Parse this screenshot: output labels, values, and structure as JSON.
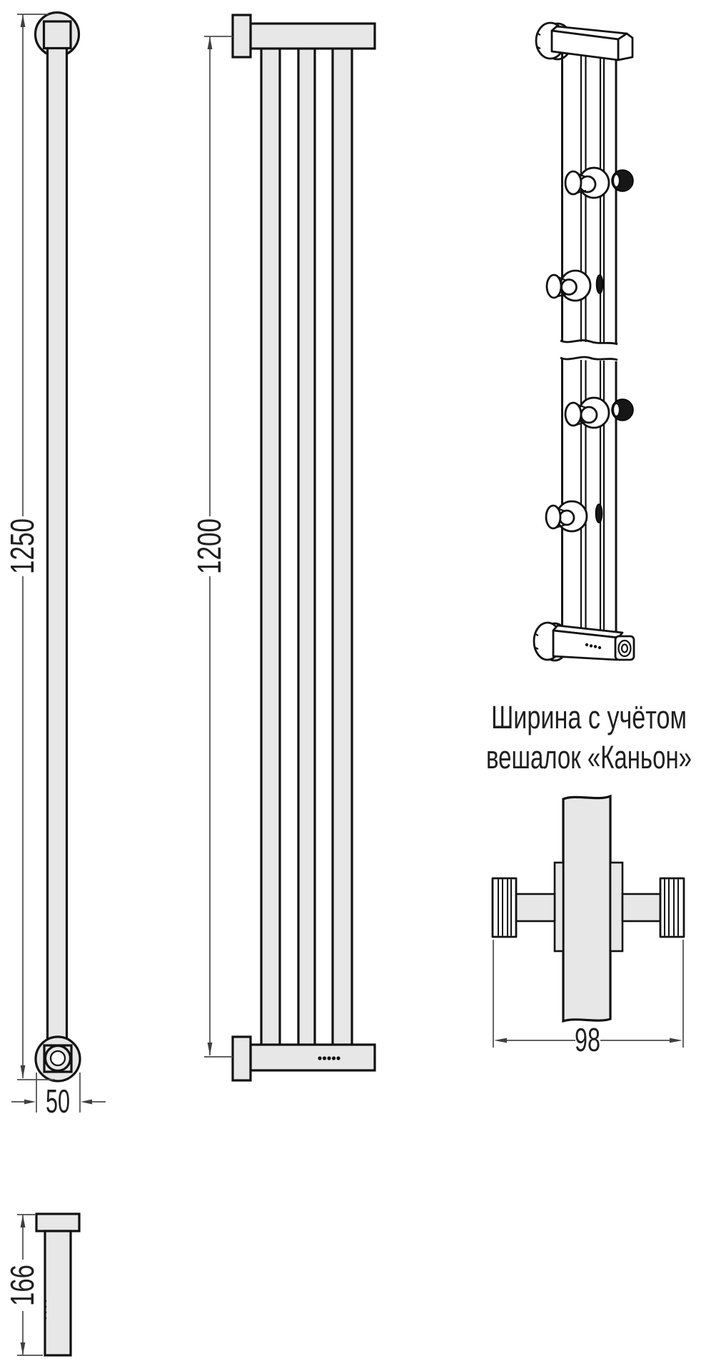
{
  "drawing": {
    "dimensions": {
      "overall_height": "1250",
      "rail_height": "1200",
      "depth": "50",
      "width_with_hangers": "98",
      "bracket_length": "166"
    },
    "caption": {
      "line1": "Ширина с учётом",
      "line2": "вешалок «Каньон»"
    },
    "colors": {
      "fill_gray": "#e7e7e7",
      "outline": "#121212",
      "dimension_line": "#4c4c4c",
      "label_text": "#1f1f1f",
      "background": "#ffffff"
    }
  }
}
